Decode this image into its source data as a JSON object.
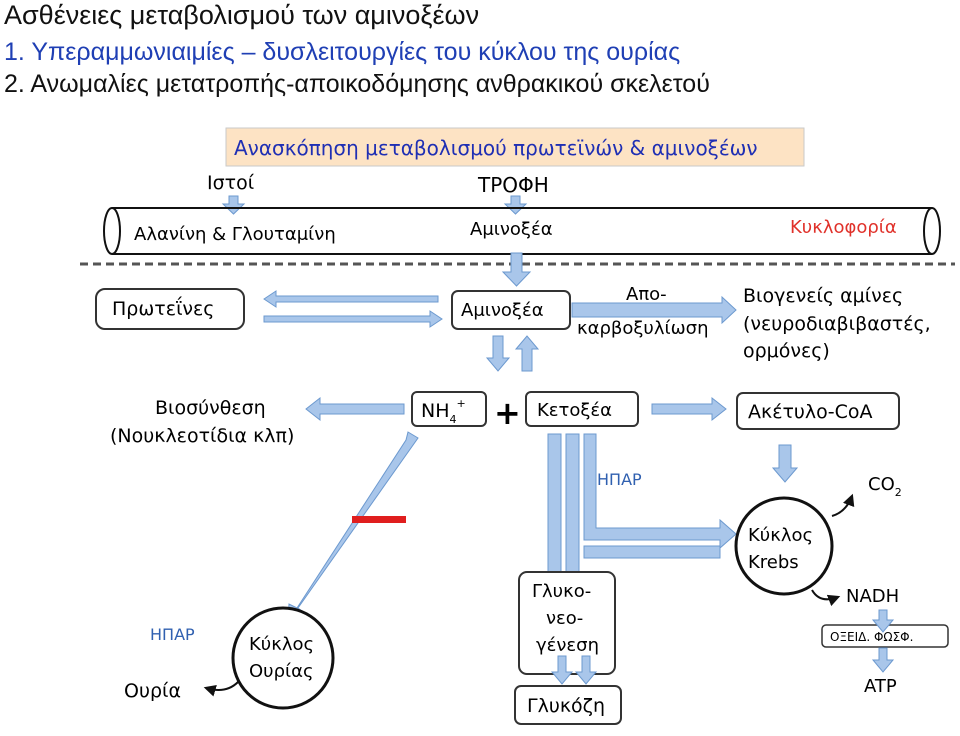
{
  "header": {
    "title": "Ασθένειες μεταβολισμού των αμινοξέων",
    "line1": "1. Υπεραμμωνιαιμίες – δυσλειτουργίες του κύκλου της ουρίας",
    "line2": "2. Ανωμαλίες μετατροπής-αποικοδόμησης ανθρακικού σκελετού"
  },
  "diagram": {
    "title": "Ανασκόπηση μεταβολισμού πρωτεϊνών & αμινοξέων",
    "tissues": "Ιστοί",
    "food": "ΤΡΟΦΗ",
    "alanine_glutamine": "Αλανίνη & Γλουταμίνη",
    "amino_acids_blood": "Αμινοξέα",
    "circulation": "Κυκλοφορία",
    "proteins": "Πρωτεΐνες",
    "amino_acids": "Αμινοξέα",
    "decarb_1": "Απο-",
    "decarb_2": "καρβοξυλίωση",
    "biogenic_1": "Βιογενείς αμίνες",
    "biogenic_2": "(νευροδιαβιβαστές,",
    "biogenic_3": "ορμόνες)",
    "biosynthesis_1": "Βιοσύνθεση",
    "biosynthesis_2": "(Νουκλεοτίδια κλπ)",
    "nh4_base": "NH",
    "nh4_sub": "4",
    "nh4_sup": "+",
    "plus": "+",
    "ketoacids": "Κετοξέα",
    "acetyl_coa": "Ακέτυλο-CoA",
    "liver_1": "ΗΠΑΡ",
    "liver_2": "ΗΠΑΡ",
    "co2_base": "CO",
    "co2_sub": "2",
    "krebs_1": "Κύκλος",
    "krebs_2": "Krebs",
    "nadh": "NADH",
    "oxphos": "ΟΞΕΙΔ. ΦΩΣΦ.",
    "atp": "ATP",
    "glucogen_1": "Γλυκο-",
    "glucogen_2": "νεο-",
    "glucogen_3": "γένεση",
    "glucose": "Γλυκόζη",
    "urea_cycle_1": "Κύκλος",
    "urea_cycle_2": "Ουρίας",
    "urea": "Ουρία"
  },
  "colors": {
    "arrow_fill": "#a9c6ea",
    "arrow_stroke": "#6c99cf",
    "title_box_fill": "#fde3c4",
    "title_text": "#1f2fb4",
    "circulation_text": "#e0312a",
    "liver_text": "#3060b0",
    "block_mark": "#e01e1e"
  }
}
